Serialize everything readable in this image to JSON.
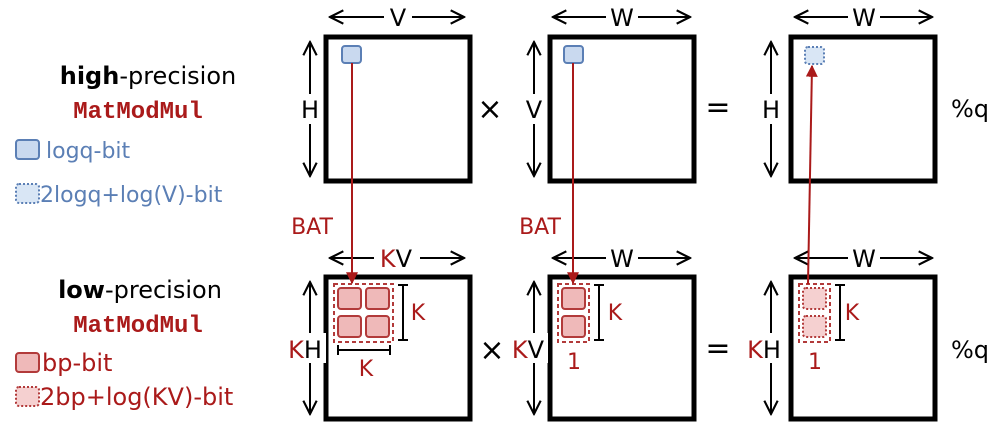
{
  "colors": {
    "ink": "#000000",
    "red": "#aa1a1a",
    "blue_text": "#5b7fb5",
    "blue_fill": "#c9d9ef",
    "blue_edge": "#5b7fb5",
    "red_fill": "#efb9b9",
    "red_edge": "#b23a3a",
    "dotted_blue_fill": "#d9e6f5",
    "dotted_red_fill": "#f5d0d0"
  },
  "legend": {
    "high": {
      "bold": "high",
      "rest": "-precision",
      "op": "MatModMul",
      "item1": "logq-bit",
      "item2": "2logq+log(V)-bit"
    },
    "low": {
      "bold": "low",
      "rest": "-precision",
      "op": "MatModMul",
      "item1": "bp-bit",
      "item2": "2bp+log(KV)-bit"
    }
  },
  "top": {
    "a_width": "V",
    "a_height": "H",
    "b_width": "W",
    "b_height": "V",
    "c_width": "W",
    "c_height": "H",
    "times": "×",
    "equals": "=",
    "mod": "%q"
  },
  "bottom": {
    "a_width_k": "K",
    "a_width_rest": "V",
    "a_height_k": "K",
    "a_height_rest": "H",
    "b_width": "W",
    "b_height_k": "K",
    "b_height_rest": "V",
    "c_width": "W",
    "c_height_k": "K",
    "c_height_rest": "H",
    "times": "×",
    "equals": "=",
    "mod": "%q",
    "block_k_right": "K",
    "block_k_below": "K",
    "b_k": "K",
    "b_one": "1",
    "c_k": "K",
    "c_one": "1"
  },
  "arrows": {
    "bat_left": "BAT",
    "bat_mid": "BAT"
  }
}
